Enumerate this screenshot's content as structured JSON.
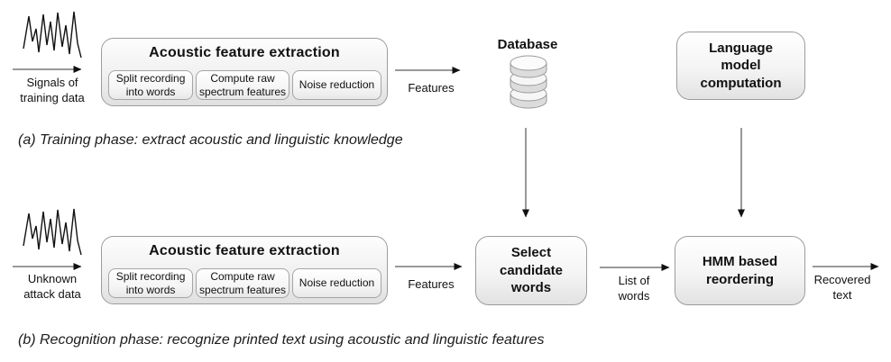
{
  "diagram": {
    "training": {
      "input_label": "Signals of\ntraining data",
      "afe": {
        "title": "Acoustic feature extraction",
        "steps": [
          "Split recording\ninto words",
          "Compute raw\nspectrum features",
          "Noise reduction"
        ]
      },
      "features_label": "Features",
      "database_label": "Database",
      "language_model_label": "Language\nmodel\ncomputation",
      "caption": "(a) Training phase: extract acoustic and linguistic knowledge"
    },
    "recognition": {
      "input_label": "Unknown\nattack data",
      "afe": {
        "title": "Acoustic feature extraction",
        "steps": [
          "Split recording\ninto words",
          "Compute raw\nspectrum features",
          "Noise reduction"
        ]
      },
      "features_label": "Features",
      "select_candidate_label": "Select\ncandidate\nwords",
      "list_of_words_label": "List of\nwords",
      "hmm_label": "HMM based\nreordering",
      "recovered_text_label": "Recovered\ntext",
      "caption": "(b) Recognition phase: recognize printed text using acoustic and linguistic features"
    },
    "icons": {
      "waveform": "jagged-signal-polyline",
      "database": "cylinder-disk-stack"
    },
    "colors": {
      "background": "#ffffff",
      "box_border": "#9c9c9c",
      "box_fill_top": "#ffffff",
      "box_fill_bottom": "#e2e2e2",
      "text": "#111111",
      "arrow": "#333333"
    }
  }
}
